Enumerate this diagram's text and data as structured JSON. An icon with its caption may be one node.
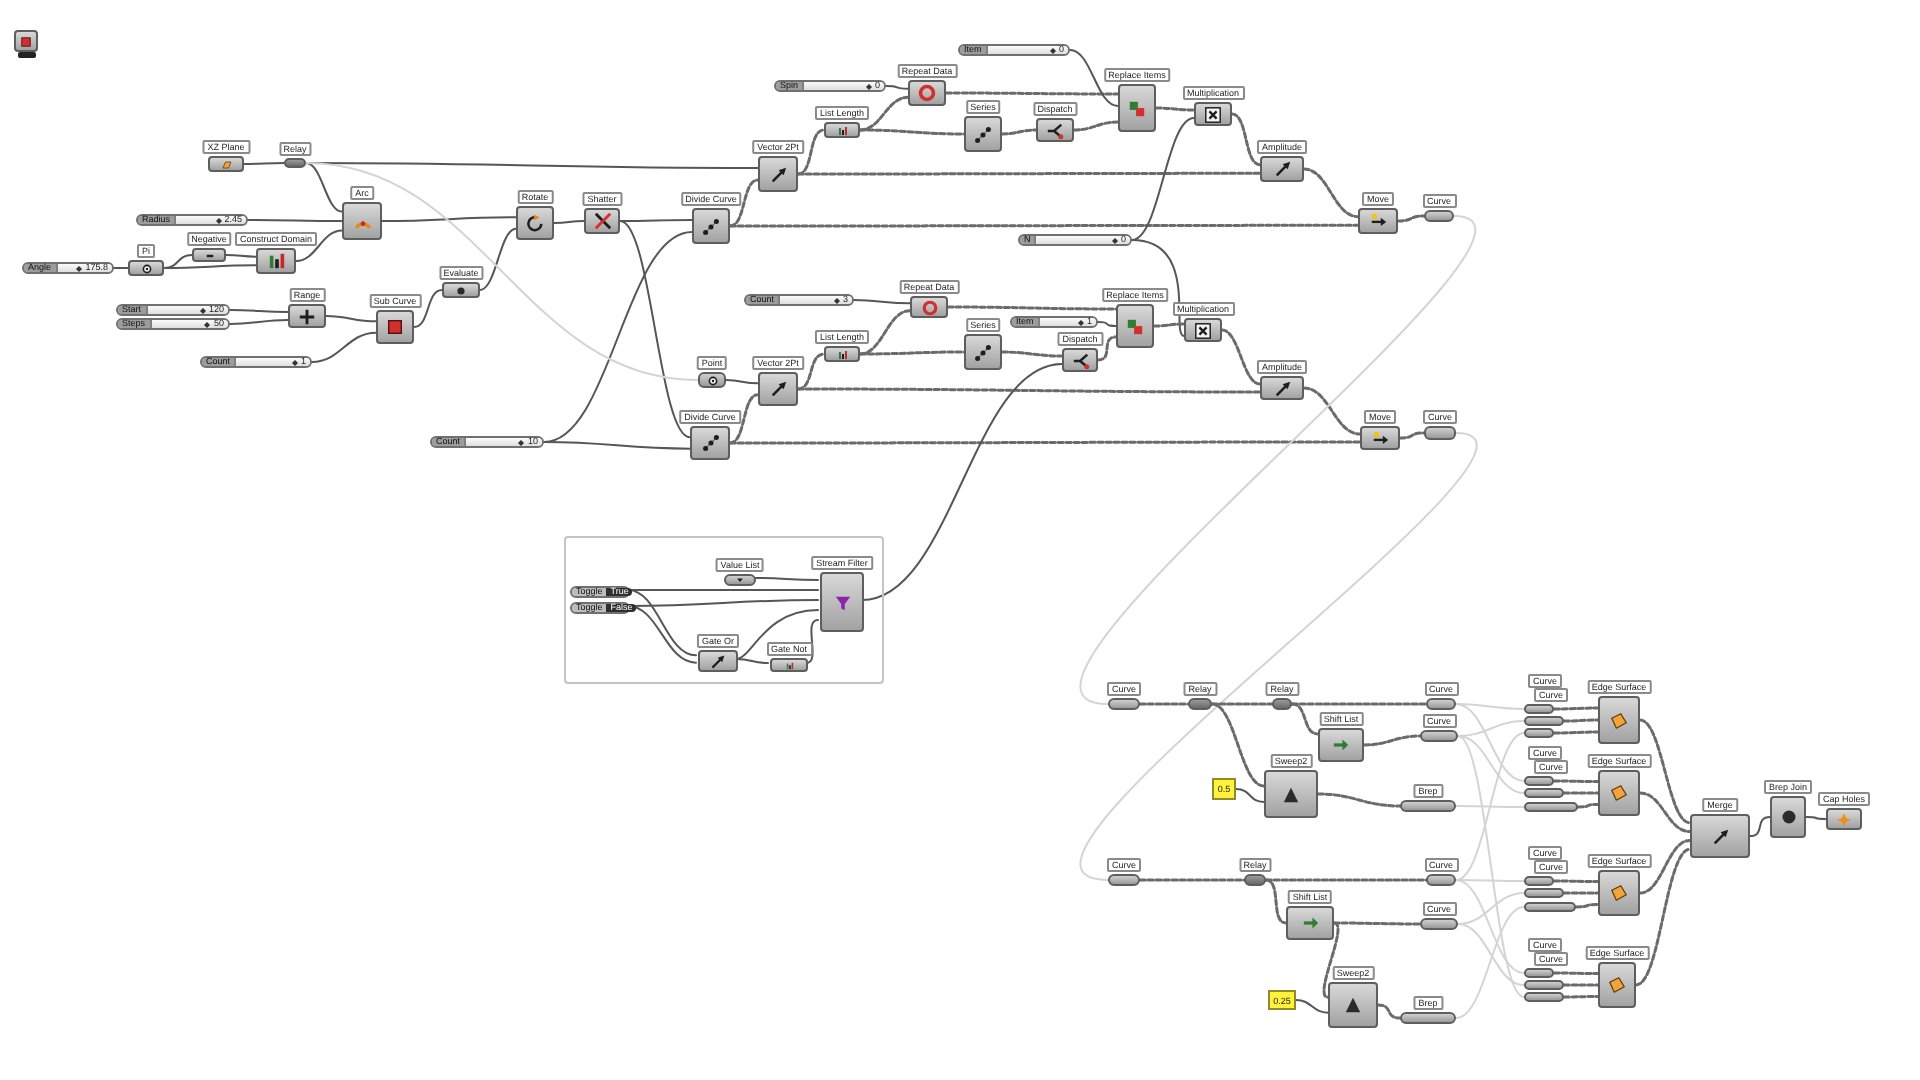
{
  "diagram": {
    "nodes": [
      {
        "text": [],
        "shape": "box"
      },
      {
        "text": [
          "XZ Plane"
        ]
      },
      {
        "text": [
          "Relay"
        ]
      },
      {
        "text": [
          "Radius",
          "2.45"
        ]
      },
      {
        "text": [
          "Arc"
        ]
      },
      {
        "text": [
          "Angle",
          "175.8"
        ]
      },
      {
        "text": [
          "Pi"
        ]
      },
      {
        "text": [
          "Negative"
        ]
      },
      {
        "text": [
          "Construct Domain"
        ]
      },
      {
        "text": [
          "Start",
          "120"
        ]
      },
      {
        "text": [
          "Steps",
          "50"
        ]
      },
      {
        "text": [
          "Range"
        ]
      },
      {
        "text": [
          "Count",
          "1"
        ]
      },
      {
        "text": [
          "Sub Curve"
        ]
      },
      {
        "text": [
          "Evaluate"
        ]
      },
      {
        "text": [
          "Rotate"
        ]
      },
      {
        "text": [
          "Shatter"
        ]
      },
      {
        "text": [
          "Divide Curve"
        ]
      },
      {
        "text": [
          "Vector 2Pt"
        ]
      },
      {
        "text": [
          "List Length"
        ]
      },
      {
        "text": [
          "Spin",
          "0"
        ]
      },
      {
        "text": [
          "Repeat Data"
        ]
      },
      {
        "text": [
          "Series"
        ]
      },
      {
        "text": [
          "Item",
          "0"
        ]
      },
      {
        "text": [
          "Dispatch"
        ]
      },
      {
        "text": [
          "Replace Items"
        ]
      },
      {
        "text": [
          "Multiplication"
        ]
      },
      {
        "text": [
          "Amplitude"
        ]
      },
      {
        "text": [
          "Move"
        ]
      },
      {
        "text": [
          "Curve"
        ]
      },
      {
        "text": [
          "N",
          "0"
        ]
      },
      {
        "text": [
          "Count",
          "3"
        ]
      },
      {
        "text": [
          "Repeat Data"
        ]
      },
      {
        "text": [
          "List Length"
        ]
      },
      {
        "text": [
          "Series"
        ]
      },
      {
        "text": [
          "Item",
          "1"
        ]
      },
      {
        "text": [
          "Dispatch"
        ]
      },
      {
        "text": [
          "Replace Items"
        ]
      },
      {
        "text": [
          "Multiplication"
        ]
      },
      {
        "text": [
          "Amplitude"
        ]
      },
      {
        "text": [
          "Move"
        ]
      },
      {
        "text": [
          "Curve"
        ]
      },
      {
        "text": [
          "Point"
        ]
      },
      {
        "text": [
          "Vector 2Pt"
        ]
      },
      {
        "text": [
          "Divide Curve"
        ]
      },
      {
        "text": [
          "Count",
          "10"
        ]
      },
      {
        "text": [],
        "shape": "box"
      },
      {
        "text": [
          "Value List"
        ],
        "in": 46
      },
      {
        "text": [
          "Stream Filter"
        ],
        "in": 46
      },
      {
        "text": [
          "Toggle",
          "True"
        ],
        "in": 46
      },
      {
        "text": [
          "Toggle",
          "False"
        ],
        "in": 46
      },
      {
        "text": [
          "Gate Or"
        ],
        "in": 46
      },
      {
        "text": [
          "Gate Not"
        ],
        "in": 46
      },
      {
        "text": [
          "Curve"
        ]
      },
      {
        "text": [
          "Relay"
        ]
      },
      {
        "text": [
          "Relay"
        ]
      },
      {
        "text": [
          "Shift List"
        ]
      },
      {
        "text": [
          "Curve"
        ]
      },
      {
        "text": [
          "Curve"
        ]
      },
      {
        "text": [
          "0.5"
        ]
      },
      {
        "text": [
          "Sweep2"
        ]
      },
      {
        "text": [
          "Brep"
        ]
      },
      {
        "text": [
          "Curve"
        ]
      },
      {
        "text": [
          "Relay"
        ]
      },
      {
        "text": [
          "Curve"
        ]
      },
      {
        "text": [
          "Shift List"
        ]
      },
      {
        "text": [
          "Curve"
        ]
      },
      {
        "text": [
          "0.25"
        ]
      },
      {
        "text": [
          "Sweep2"
        ]
      },
      {
        "text": [
          "Brep"
        ]
      },
      {
        "text": [],
        "shape": "bar"
      },
      {
        "text": [],
        "shape": "bar"
      },
      {
        "text": [],
        "shape": "bar"
      },
      {
        "text": [
          "Edge Surface"
        ]
      },
      {
        "text": [],
        "shape": "bar"
      },
      {
        "text": [],
        "shape": "bar"
      },
      {
        "text": [],
        "shape": "bar"
      },
      {
        "text": [
          "Edge Surface"
        ]
      },
      {
        "text": [],
        "shape": "bar"
      },
      {
        "text": [],
        "shape": "bar"
      },
      {
        "text": [],
        "shape": "bar"
      },
      {
        "text": [
          "Edge Surface"
        ]
      },
      {
        "text": [],
        "shape": "bar"
      },
      {
        "text": [],
        "shape": "bar"
      },
      {
        "text": [],
        "shape": "bar"
      },
      {
        "text": [
          "Edge Surface"
        ]
      },
      {
        "text": [
          "Merge"
        ]
      },
      {
        "text": [
          "Brep Join"
        ]
      },
      {
        "text": [
          "Cap Holes"
        ]
      }
    ],
    "edges": [
      {
        "from": 1,
        "to": 2,
        "arrow": "none"
      },
      {
        "from": 2,
        "to": 4,
        "arrow": "none"
      },
      {
        "from": 2,
        "to": 18,
        "arrow": "none"
      },
      {
        "from": 3,
        "to": 4,
        "arrow": "none"
      },
      {
        "from": 8,
        "to": 4,
        "arrow": "none"
      },
      {
        "from": 5,
        "to": 6,
        "arrow": "none"
      },
      {
        "from": 6,
        "to": 7,
        "arrow": "none"
      },
      {
        "from": 6,
        "to": 8,
        "arrow": "none"
      },
      {
        "from": 7,
        "to": 8,
        "arrow": "none"
      },
      {
        "from": 9,
        "to": 11,
        "arrow": "none"
      },
      {
        "from": 10,
        "to": 11,
        "arrow": "none"
      },
      {
        "from": 11,
        "to": 13,
        "arrow": "none"
      },
      {
        "from": 12,
        "to": 13,
        "arrow": "none"
      },
      {
        "from": 13,
        "to": 14,
        "arrow": "none"
      },
      {
        "from": 14,
        "to": 15,
        "arrow": "none"
      },
      {
        "from": 4,
        "to": 15,
        "arrow": "none"
      },
      {
        "from": 15,
        "to": 16,
        "arrow": "none"
      },
      {
        "from": 16,
        "to": 17,
        "arrow": "none"
      },
      {
        "from": 16,
        "to": 44,
        "arrow": "none"
      },
      {
        "from": 45,
        "to": 17,
        "arrow": "none"
      },
      {
        "from": 45,
        "to": 44,
        "arrow": "none"
      },
      {
        "from": 17,
        "to": 18,
        "arrow": "none",
        "style": "dashed"
      },
      {
        "from": 17,
        "to": 28,
        "arrow": "none",
        "style": "dashed"
      },
      {
        "from": 18,
        "to": 19,
        "arrow": "none",
        "style": "dashed"
      },
      {
        "from": 18,
        "to": 27,
        "arrow": "none",
        "style": "dashed"
      },
      {
        "from": 19,
        "to": 21,
        "arrow": "none",
        "style": "dashed"
      },
      {
        "from": 19,
        "to": 22,
        "arrow": "none",
        "style": "dashed"
      },
      {
        "from": 20,
        "to": 21,
        "arrow": "none"
      },
      {
        "from": 21,
        "to": 25,
        "arrow": "none",
        "style": "dashed"
      },
      {
        "from": 22,
        "to": 24,
        "arrow": "none",
        "style": "dashed"
      },
      {
        "from": 24,
        "to": 25,
        "arrow": "none",
        "style": "dashed"
      },
      {
        "from": 23,
        "to": 25,
        "arrow": "none"
      },
      {
        "from": 25,
        "to": 26,
        "arrow": "none",
        "style": "dashed"
      },
      {
        "from": 30,
        "to": 26,
        "arrow": "none"
      },
      {
        "from": 26,
        "to": 27,
        "arrow": "none",
        "style": "dashed"
      },
      {
        "from": 27,
        "to": 28,
        "arrow": "none",
        "style": "dashed"
      },
      {
        "from": 28,
        "to": 29,
        "arrow": "none",
        "style": "dashed"
      },
      {
        "from": 30,
        "to": 38,
        "arrow": "none"
      },
      {
        "from": 42,
        "to": 43,
        "arrow": "none"
      },
      {
        "from": 44,
        "to": 43,
        "arrow": "none",
        "style": "dashed"
      },
      {
        "from": 44,
        "to": 40,
        "arrow": "none",
        "style": "dashed"
      },
      {
        "from": 43,
        "to": 33,
        "arrow": "none",
        "style": "dashed"
      },
      {
        "from": 43,
        "to": 39,
        "arrow": "none",
        "style": "dashed"
      },
      {
        "from": 33,
        "to": 32,
        "arrow": "none",
        "style": "dashed"
      },
      {
        "from": 33,
        "to": 34,
        "arrow": "none",
        "style": "dashed"
      },
      {
        "from": 31,
        "to": 32,
        "arrow": "none"
      },
      {
        "from": 32,
        "to": 37,
        "arrow": "none",
        "style": "dashed"
      },
      {
        "from": 34,
        "to": 36,
        "arrow": "none",
        "style": "dashed"
      },
      {
        "from": 36,
        "to": 37,
        "arrow": "none",
        "style": "dashed"
      },
      {
        "from": 35,
        "to": 37,
        "arrow": "none"
      },
      {
        "from": 37,
        "to": 38,
        "arrow": "none",
        "style": "dashed"
      },
      {
        "from": 38,
        "to": 39,
        "arrow": "none",
        "style": "dashed"
      },
      {
        "from": 39,
        "to": 40,
        "arrow": "none",
        "style": "dashed"
      },
      {
        "from": 40,
        "to": 41,
        "arrow": "none",
        "style": "dashed"
      },
      {
        "from": 48,
        "to": 36,
        "arrow": "none"
      },
      {
        "from": 47,
        "to": 48,
        "arrow": "none"
      },
      {
        "from": 49,
        "to": 48,
        "arrow": "none"
      },
      {
        "from": 50,
        "to": 48,
        "arrow": "none"
      },
      {
        "from": 49,
        "to": 51,
        "arrow": "none"
      },
      {
        "from": 50,
        "to": 51,
        "arrow": "none"
      },
      {
        "from": 51,
        "to": 48,
        "arrow": "none"
      },
      {
        "from": 51,
        "to": 52,
        "arrow": "none"
      },
      {
        "from": 52,
        "to": 48,
        "arrow": "none"
      },
      {
        "from": 2,
        "to": 42,
        "arrow": "none",
        "color": "#d4d4d4"
      },
      {
        "from": 29,
        "to": 53,
        "arrow": "none",
        "color": "#d4d4d4"
      },
      {
        "from": 41,
        "to": 62,
        "arrow": "none",
        "color": "#d4d4d4"
      },
      {
        "from": 53,
        "to": 54,
        "arrow": "none",
        "style": "dashed"
      },
      {
        "from": 54,
        "to": 55,
        "arrow": "none",
        "style": "dashed"
      },
      {
        "from": 54,
        "to": 60,
        "arrow": "none",
        "style": "dashed"
      },
      {
        "from": 55,
        "to": 57,
        "arrow": "none",
        "style": "dashed"
      },
      {
        "from": 55,
        "to": 56,
        "arrow": "none",
        "style": "dashed"
      },
      {
        "from": 56,
        "to": 58,
        "arrow": "none",
        "style": "dashed"
      },
      {
        "from": 59,
        "to": 60,
        "arrow": "none"
      },
      {
        "from": 60,
        "to": 61,
        "arrow": "none",
        "style": "dashed"
      },
      {
        "from": 62,
        "to": 63,
        "arrow": "none",
        "style": "dashed"
      },
      {
        "from": 63,
        "to": 64,
        "arrow": "none",
        "style": "dashed"
      },
      {
        "from": 63,
        "to": 65,
        "arrow": "none",
        "style": "dashed"
      },
      {
        "from": 65,
        "to": 66,
        "arrow": "none",
        "style": "dashed"
      },
      {
        "from": 65,
        "to": 68,
        "arrow": "none",
        "style": "dashed"
      },
      {
        "from": 67,
        "to": 68,
        "arrow": "none"
      },
      {
        "from": 68,
        "to": 69,
        "arrow": "none",
        "style": "dashed"
      },
      {
        "from": 70,
        "to": 73,
        "arrow": "none",
        "style": "dashed"
      },
      {
        "from": 71,
        "to": 73,
        "arrow": "none",
        "style": "dashed"
      },
      {
        "from": 72,
        "to": 73,
        "arrow": "none",
        "style": "dashed"
      },
      {
        "from": 74,
        "to": 77,
        "arrow": "none",
        "style": "dashed"
      },
      {
        "from": 75,
        "to": 77,
        "arrow": "none",
        "style": "dashed"
      },
      {
        "from": 76,
        "to": 77,
        "arrow": "none",
        "style": "dashed"
      },
      {
        "from": 78,
        "to": 81,
        "arrow": "none",
        "style": "dashed"
      },
      {
        "from": 79,
        "to": 81,
        "arrow": "none",
        "style": "dashed"
      },
      {
        "from": 80,
        "to": 81,
        "arrow": "none",
        "style": "dashed"
      },
      {
        "from": 82,
        "to": 85,
        "arrow": "none",
        "style": "dashed"
      },
      {
        "from": 83,
        "to": 85,
        "arrow": "none",
        "style": "dashed"
      },
      {
        "from": 84,
        "to": 85,
        "arrow": "none",
        "style": "dashed"
      },
      {
        "from": 73,
        "to": 86,
        "arrow": "none",
        "style": "dashed"
      },
      {
        "from": 77,
        "to": 86,
        "arrow": "none",
        "style": "dashed"
      },
      {
        "from": 81,
        "to": 86,
        "arrow": "none",
        "style": "dashed"
      },
      {
        "from": 85,
        "to": 86,
        "arrow": "none",
        "style": "dashed"
      },
      {
        "from": 86,
        "to": 87,
        "arrow": "none"
      },
      {
        "from": 87,
        "to": 88,
        "arrow": "none"
      },
      {
        "from": 57,
        "to": 70,
        "arrow": "none",
        "color": "#d4d4d4"
      },
      {
        "from": 58,
        "to": 71,
        "arrow": "none",
        "color": "#d4d4d4"
      },
      {
        "from": 64,
        "to": 72,
        "arrow": "none",
        "color": "#d4d4d4"
      },
      {
        "from": 57,
        "to": 74,
        "arrow": "none",
        "color": "#d4d4d4"
      },
      {
        "from": 58,
        "to": 75,
        "arrow": "none",
        "color": "#d4d4d4"
      },
      {
        "from": 61,
        "to": 76,
        "arrow": "none",
        "color": "#d4d4d4"
      },
      {
        "from": 64,
        "to": 78,
        "arrow": "none",
        "color": "#d4d4d4"
      },
      {
        "from": 66,
        "to": 79,
        "arrow": "none",
        "color": "#d4d4d4"
      },
      {
        "from": 69,
        "to": 80,
        "arrow": "none",
        "color": "#d4d4d4"
      },
      {
        "from": 64,
        "to": 82,
        "arrow": "none",
        "color": "#d4d4d4"
      },
      {
        "from": 66,
        "to": 83,
        "arrow": "none",
        "color": "#d4d4d4"
      },
      {
        "from": 58,
        "to": 84,
        "arrow": "none",
        "color": "#d4d4d4"
      }
    ],
    "labels": [
      "Curve",
      "Curve",
      "Curve",
      "Curve",
      "Curve",
      "Curve",
      "Curve",
      "Curve"
    ]
  }
}
